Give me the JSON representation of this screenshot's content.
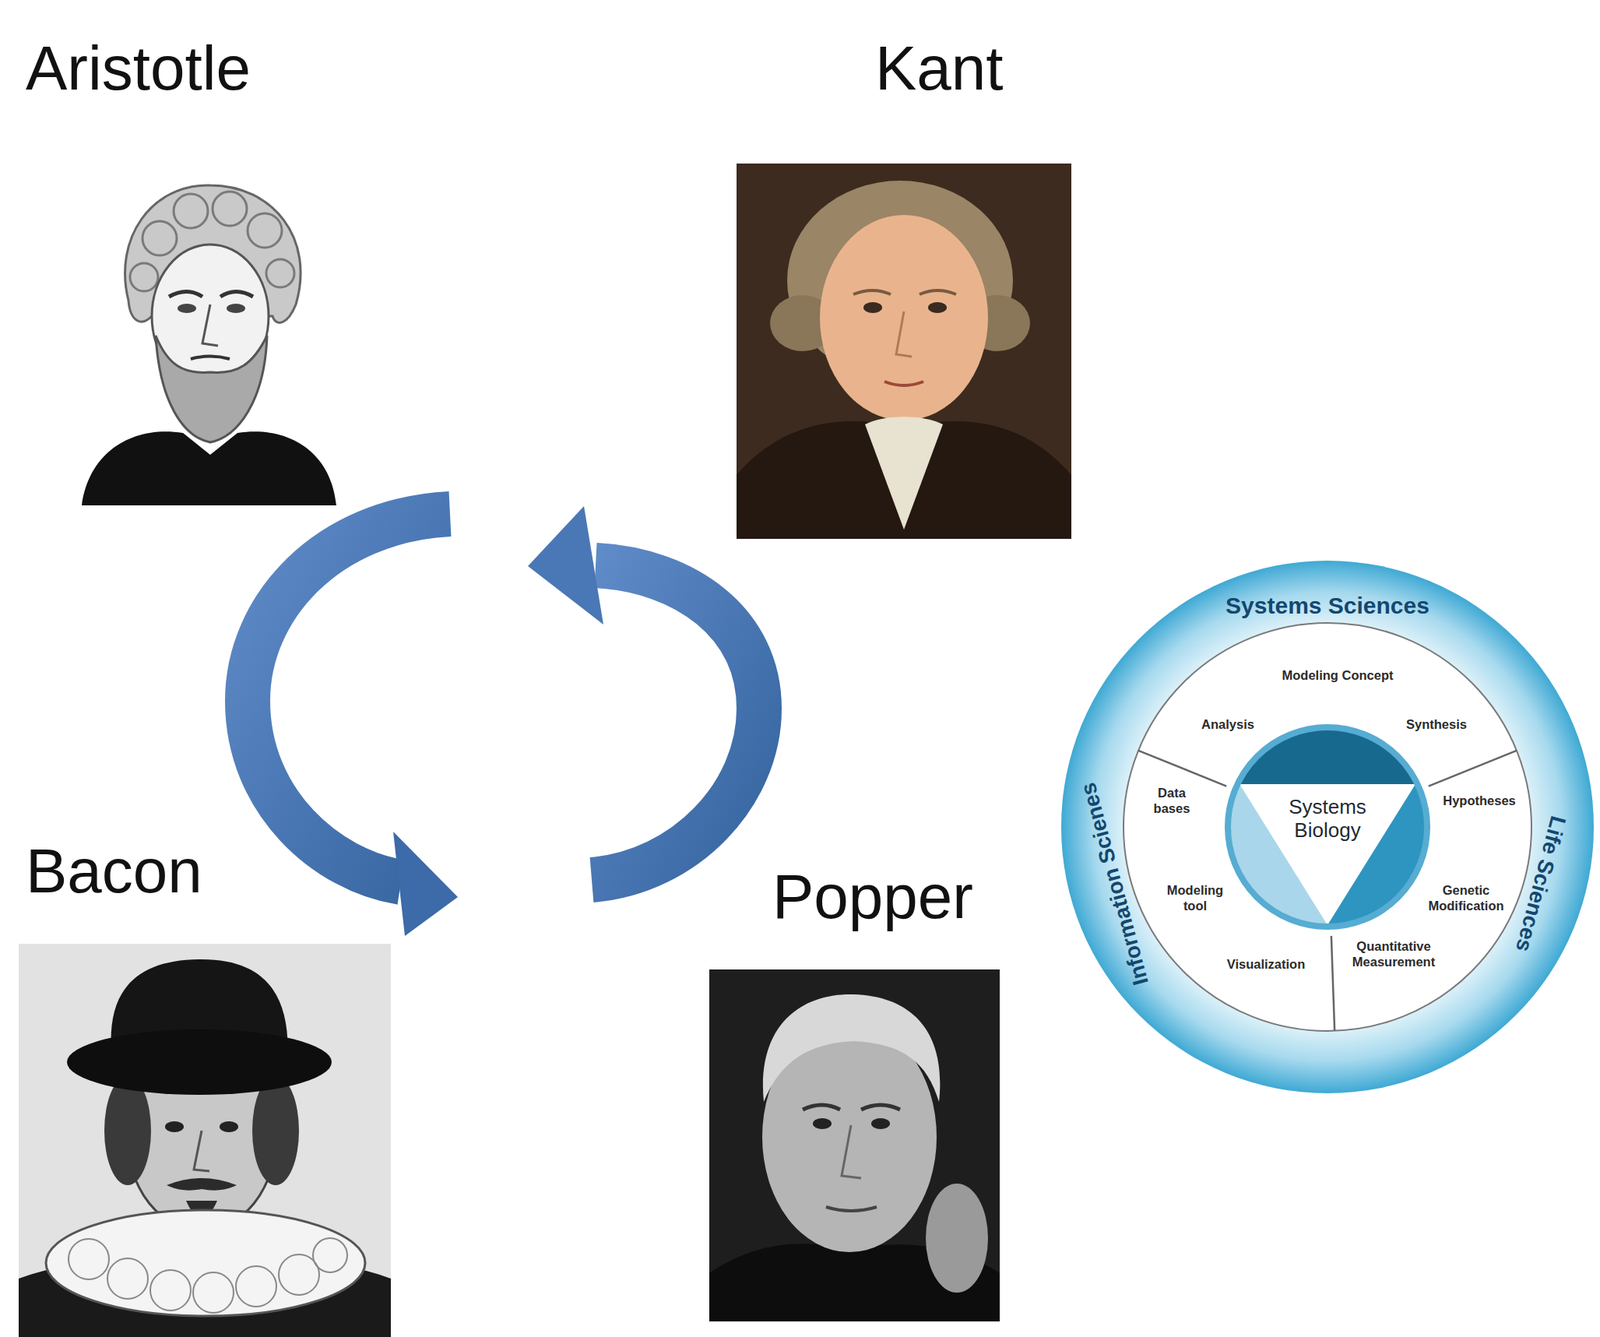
{
  "diagram": {
    "nodes": [
      {
        "text": [
          "Aristotle"
        ]
      },
      {
        "text": [
          "Kant"
        ]
      },
      {
        "text": [
          "Bacon"
        ]
      },
      {
        "text": [
          "Popper"
        ]
      },
      {
        "text": [
          "Systems Sciences",
          "Information Scienes",
          "Life Sciences"
        ]
      },
      {
        "text": [
          "Modeling Concept",
          "Analysis",
          "Synthesis"
        ],
        "in": 4
      },
      {
        "text": [
          "Data bases",
          "Modeling tool",
          "Visualization"
        ],
        "in": 4
      },
      {
        "text": [
          "Hypotheses",
          "Genetic Modification",
          "Quantitative Measurement"
        ],
        "in": 4
      },
      {
        "text": [
          "Systems Biology"
        ],
        "in": 4
      }
    ]
  }
}
